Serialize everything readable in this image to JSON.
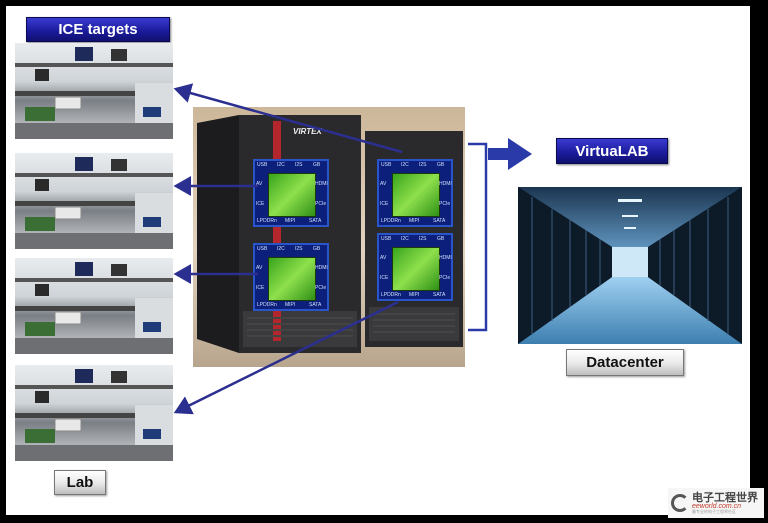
{
  "labels": {
    "ice_targets": "ICE targets",
    "virtualab": "VirtuaLAB",
    "datacenter": "Datacenter",
    "lab": "Lab"
  },
  "server_panel": {
    "brand": "VIRTEX",
    "pins_top": [
      "USB",
      "I2C",
      "I2S",
      "GB"
    ],
    "pin_left_1": "AV",
    "pin_left_2": "ICE",
    "pin_right_1": "HDMI",
    "pin_right_2": "PCIe",
    "pins_bottom": [
      "LPDDRn",
      "MIPI",
      "SATA"
    ]
  },
  "logo": {
    "cn": "电子工程世界",
    "en": "eeworld.com.cn",
    "sub": "最专业的电子工程师社区"
  },
  "colors": {
    "label_blue": "#1a1a9a",
    "arrow_navy": "#2b2f8f",
    "bracket_blue": "#2a3aa8",
    "chip_green": "#5cc82c",
    "panel_blue": "#0c1f7a"
  }
}
